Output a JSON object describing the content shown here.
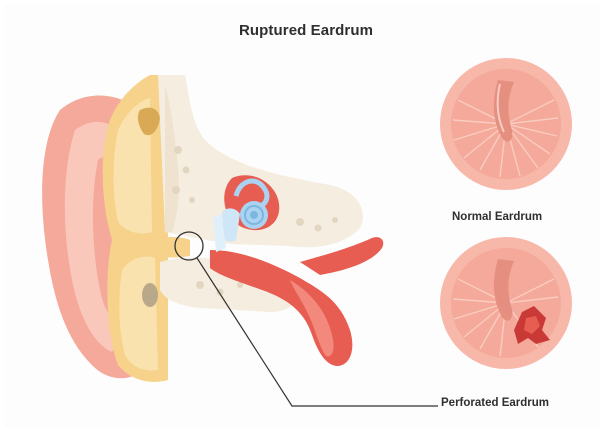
{
  "title": "Ruptured Eardrum",
  "labels": {
    "normal": "Normal Eardrum",
    "perforated": "Perforated Eardrum"
  },
  "colors": {
    "skin": "#f4a99a",
    "skin_light": "#f9c8bb",
    "bone_yellow": "#f6d28a",
    "bone_cream": "#f5ede0",
    "muscle_red": "#e85d52",
    "cochlea_blue": "#a9d3f0",
    "eardrum_pink": "#f7b8a9",
    "perforation_red": "#c93a36",
    "text": "#2f2f2f"
  }
}
